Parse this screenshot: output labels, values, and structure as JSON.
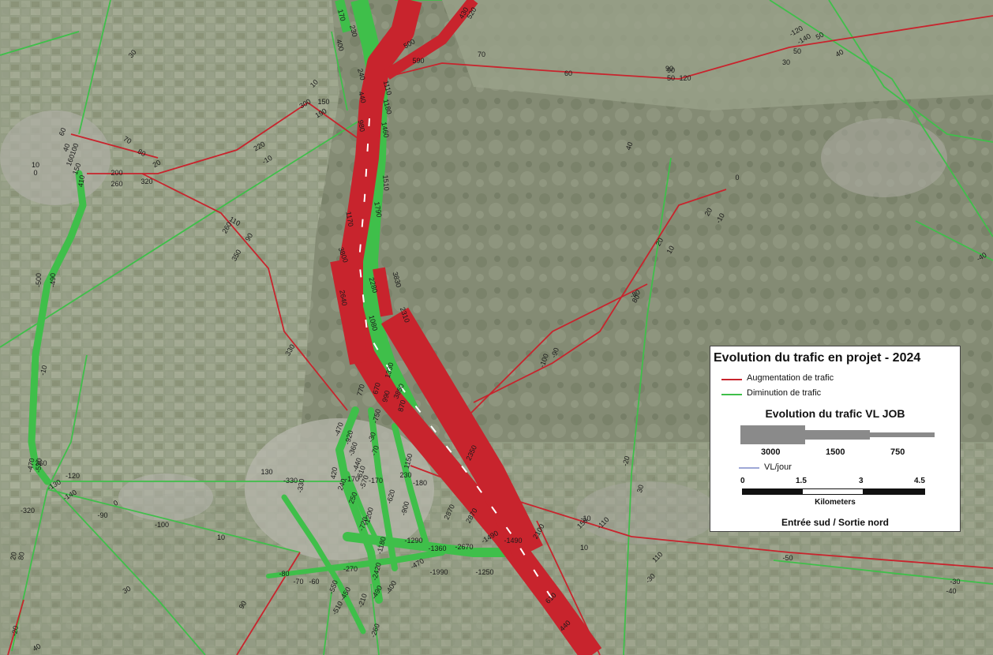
{
  "colors": {
    "increase": "#c8242d",
    "decrease": "#3fbf4a",
    "background": "#8f9880",
    "unit_line": "#9ea7d6"
  },
  "legend": {
    "title": "Evolution du trafic en projet - 2024",
    "increase_label": "Augmentation de trafic",
    "decrease_label": "Diminution de trafic",
    "width_title": "Evolution du trafic VL JOB",
    "width_values": [
      "3000",
      "1500",
      "750"
    ],
    "unit_label": "VL/jour",
    "scale_ticks": [
      "0",
      "1.5",
      "3",
      "4.5"
    ],
    "scale_unit": "Kilometers",
    "footer": "Entrée sud / Sortie nord"
  },
  "labels": {
    "main_north": [
      "170",
      "230",
      "400",
      "240",
      "1110",
      "980",
      "440",
      "1180",
      "1460",
      "1510",
      "1170",
      "1790",
      "3800",
      "2640",
      "2280",
      "1080",
      "3830",
      "2310"
    ],
    "main_south": [
      "770",
      "670",
      "1330",
      "990",
      "3850",
      "870",
      "1150",
      "2350",
      "2870",
      "2870",
      "-1490",
      "-1490",
      "2100",
      "610",
      "440"
    ],
    "local_west": [
      "10",
      "0",
      "60",
      "40",
      "160",
      "100",
      "150",
      "200",
      "260",
      "410",
      "320",
      "20",
      "70",
      "80",
      "220",
      "-10",
      "110",
      "260",
      "90",
      "350",
      "330",
      "-500",
      "-490",
      "-10",
      "-520",
      "360",
      "-470",
      "-120",
      "-130",
      "-140",
      "-320",
      "0",
      "-90",
      "-100",
      "10",
      "20",
      "80",
      "30",
      "90",
      "40",
      "-20"
    ],
    "local_center": [
      "-470",
      "-920",
      "-360",
      "-440",
      "-610",
      "-570",
      "-30",
      "-70",
      "-750",
      "230",
      "-180",
      "130",
      "-330",
      "-170",
      "-170",
      "-330",
      "420",
      "240",
      "250",
      "-720",
      "-1200",
      "-620",
      "-900",
      "-1180",
      "-2420",
      "-1290",
      "-1360",
      "-2670",
      "-1990",
      "-1250",
      "-470",
      "-270",
      "-80",
      "-70",
      "-60",
      "-550",
      "-510",
      "-450",
      "-210",
      "-260",
      "-490",
      "-400"
    ],
    "local_east": [
      "70",
      "60",
      "90",
      "50",
      "120",
      "30",
      "50",
      "40",
      "0",
      "20",
      "-10",
      "20",
      "10",
      "80",
      "-80",
      "-100",
      "-90",
      "30",
      "-120",
      "-140",
      "50",
      "40",
      "-40",
      "-20",
      "-30",
      "-110",
      "150",
      "110",
      "-50",
      "10",
      "-10",
      "-30",
      "-40",
      "-60"
    ],
    "north_top": [
      "430",
      "520",
      "500",
      "590",
      "90",
      "30",
      "10",
      "150",
      "300",
      "190"
    ]
  }
}
